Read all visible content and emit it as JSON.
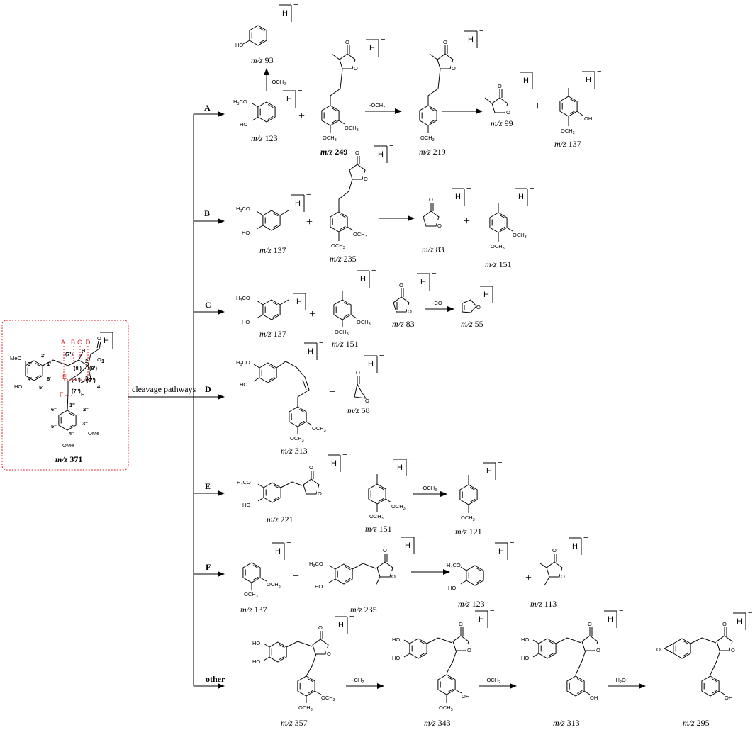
{
  "source": {
    "title_mz": "m/z 371",
    "hm": "H",
    "superscript": "−",
    "cleavage_letters": [
      "A",
      "B",
      "C",
      "D",
      "E",
      "F"
    ],
    "substituents": [
      "MeO",
      "HO",
      "OMe",
      "OMe",
      "O",
      "O",
      "H",
      "H"
    ],
    "position_labels": [
      "2'",
      "3'",
      "4'",
      "5'",
      "6'",
      "1'",
      "(7')",
      "(8')",
      "(8'')",
      "(9')",
      "(9'')",
      "(7'')",
      "1''",
      "2''",
      "3''",
      "4''",
      "5''",
      "6''",
      "1",
      "2",
      "3",
      "4"
    ]
  },
  "trunk_label": "cleavage pathways",
  "branches": [
    "A",
    "B",
    "C",
    "D",
    "E",
    "F",
    "other"
  ],
  "reagents": {
    "a_up": "-OCH2",
    "a_right": "-OCH2",
    "c": "-CO",
    "e": "-OCH3",
    "other1": "-CH2",
    "other2": "-OCH2",
    "other3": "-H2O"
  },
  "group_labels": {
    "h3co": "H3CO",
    "och3": "OCH3",
    "ho": "HO",
    "oh": "OH",
    "o": "O"
  },
  "fragments": {
    "a_93": "m/z 93",
    "a_123": "m/z 123",
    "a_249": "m/z 249",
    "a_219": "m/z 219",
    "a_99": "m/z 99",
    "a_137": "m/z 137",
    "b_137": "m/z 137",
    "b_235": "m/z 235",
    "b_83": "m/z 83",
    "b_151": "m/z 151",
    "c_137": "m/z 137",
    "c_151": "m/z 151",
    "c_83": "m/z 83",
    "c_55": "m/z 55",
    "d_313": "m/z 313",
    "d_58": "m/z 58",
    "e_221": "m/z 221",
    "e_151": "m/z 151",
    "e_121": "m/z 121",
    "f_137": "m/z 137",
    "f_235": "m/z 235",
    "f_123": "m/z 123",
    "f_113": "m/z 113",
    "o_357": "m/z 357",
    "o_343": "m/z 343",
    "o_313": "m/z 313",
    "o_295": "m/z 295"
  },
  "plus": "+",
  "colors": {
    "highlight": "#e1232b",
    "ink": "#000000"
  }
}
